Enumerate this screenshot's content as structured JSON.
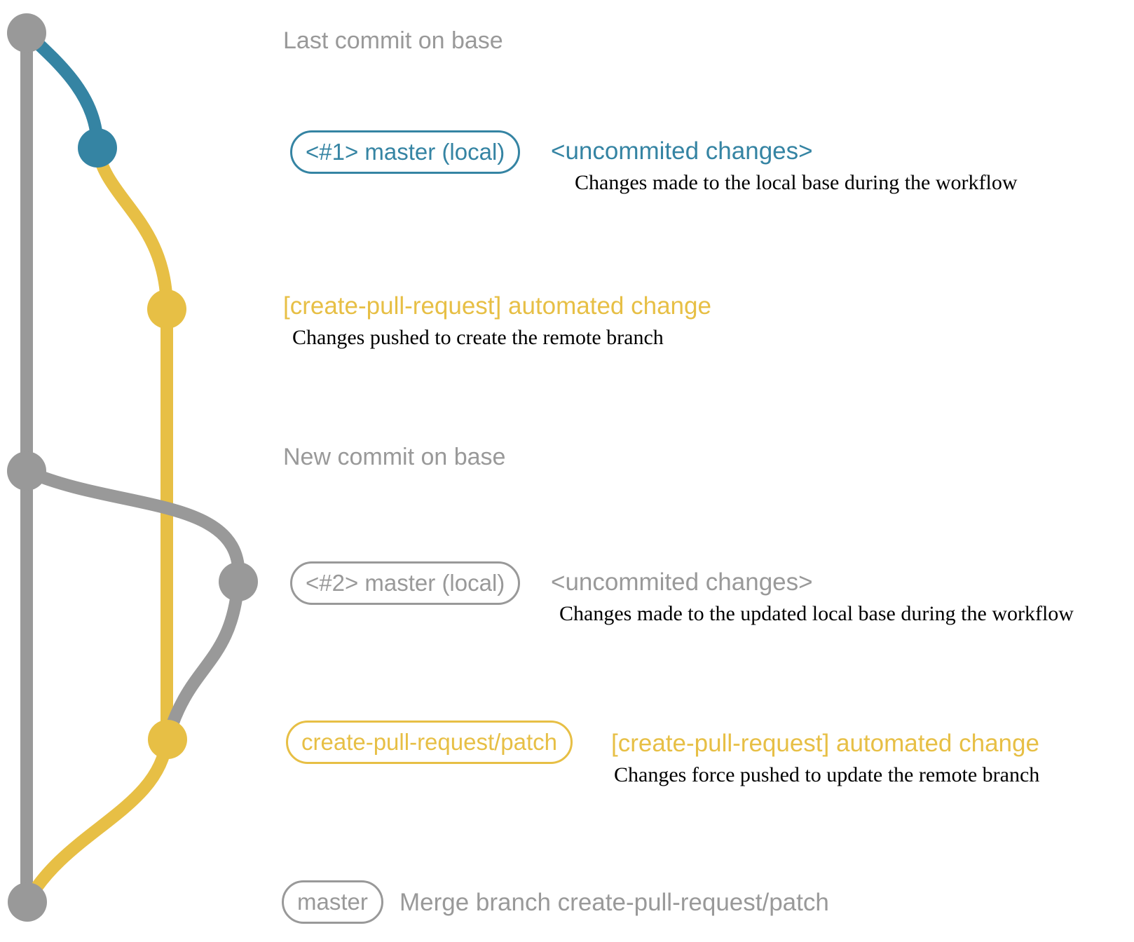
{
  "colors": {
    "gray": "#999999",
    "blue": "#3584a3",
    "yellow": "#e7bf45",
    "description_text": "#000000"
  },
  "rows": {
    "row1": {
      "label": "Last commit on base"
    },
    "row2": {
      "badge": "<#1> master (local)",
      "message": "<uncommited changes>",
      "description": "Changes made to the local base during the workflow"
    },
    "row3": {
      "message": "[create-pull-request] automated change",
      "description": "Changes pushed to create the remote branch"
    },
    "row4": {
      "label": "New commit on base"
    },
    "row5": {
      "badge": "<#2> master (local)",
      "message": "<uncommited changes>",
      "description": "Changes made to the updated local base during the workflow"
    },
    "row6": {
      "badge": "create-pull-request/patch",
      "message": "[create-pull-request] automated change",
      "description": "Changes force pushed to update the remote branch"
    },
    "row7": {
      "badge": "master",
      "message": "Merge branch create-pull-request/patch"
    }
  }
}
